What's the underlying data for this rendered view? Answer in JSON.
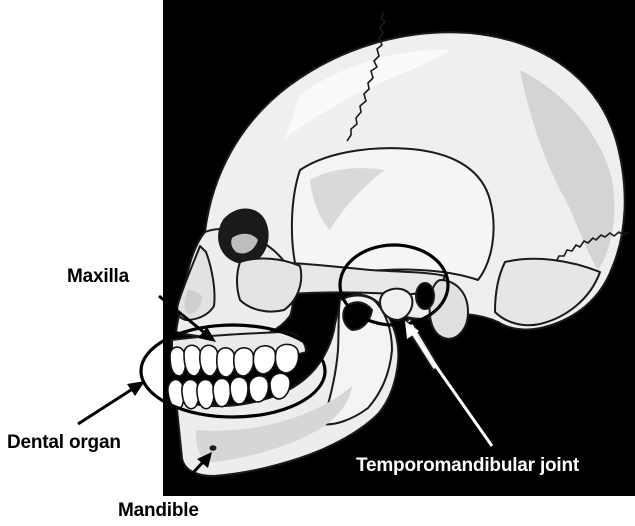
{
  "figure": {
    "labels": {
      "maxilla": "Maxilla",
      "dental_organ": "Dental organ",
      "mandible": "Mandible",
      "tmj": "Temporomandibular joint"
    }
  },
  "colors": {
    "background": "#000000",
    "bone": "#f2f2f2",
    "bone_shadow": "#cfcfcf",
    "bone_dark": "#9a9a9a",
    "outline": "#111111",
    "annotation": "#000000",
    "tmj_label": "#ffffff"
  }
}
